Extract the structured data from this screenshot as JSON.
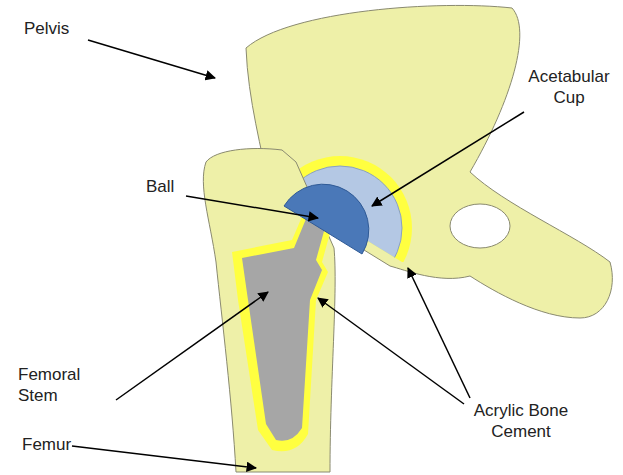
{
  "diagram": {
    "labels": [
      "Pelvis",
      "Acetabular Cup",
      "Ball",
      "Femoral Stem",
      "Acrylic Bone Cement",
      "Femur"
    ]
  }
}
